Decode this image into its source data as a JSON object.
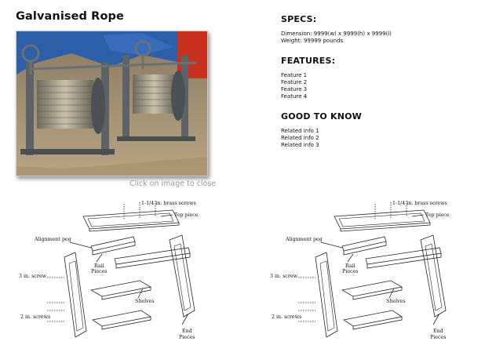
{
  "product": {
    "title": "Galvanised Rope",
    "close_hint": "Click on image to close"
  },
  "specs": {
    "heading": "SPECS:",
    "dimension": "Dimension: 9999(w) x 9999(h) x 9999(l)",
    "weight": "Weight: 99999 pounds"
  },
  "features": {
    "heading": "FEATURES:",
    "items": [
      "Feature 1",
      "Feature 2",
      "Feature 3",
      "Feature 4"
    ]
  },
  "good_to_know": {
    "heading": "GOOD TO KNOW",
    "items": [
      "Related info 1",
      "Related info 2",
      "Related info 3"
    ]
  },
  "diagram_labels": {
    "brass_screws": "1-1/4 in. brass screws",
    "top_piece": "Top piece",
    "alignment_peg": "Alignment peg",
    "rail_1": "Rail",
    "rail_2": "Pieces",
    "screw_3in": "3 in. screw",
    "shelves": "Shelves",
    "screws_2in": "2 in. screws",
    "end_1": "End",
    "end_2": "Pieces"
  }
}
